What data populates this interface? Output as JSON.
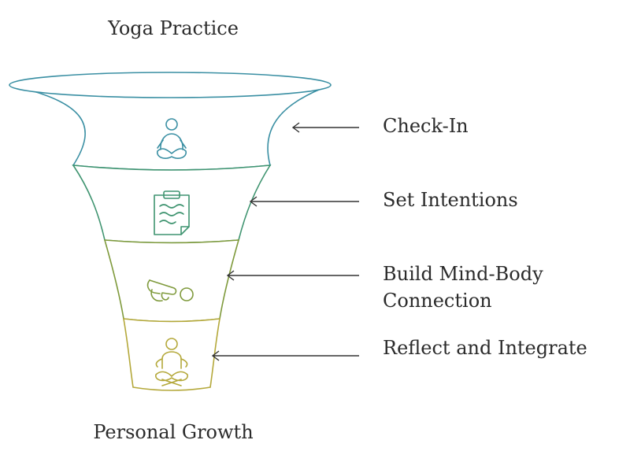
{
  "diagram": {
    "title_top": "Yoga Practice",
    "title_bottom": "Personal Growth",
    "stages": [
      {
        "label": "Check-In",
        "icon": "meditating-person-icon",
        "color": "#3a8fa3"
      },
      {
        "label": "Set Intentions",
        "icon": "clipboard-notes-icon",
        "color": "#3f9470"
      },
      {
        "label": "Build Mind-Body Connection",
        "icon": "yoga-pose-icon",
        "color": "#7f9a3c"
      },
      {
        "label": "Reflect and Integrate",
        "icon": "seated-meditation-icon",
        "color": "#b4a83a"
      }
    ],
    "arrow_color": "#333333"
  }
}
